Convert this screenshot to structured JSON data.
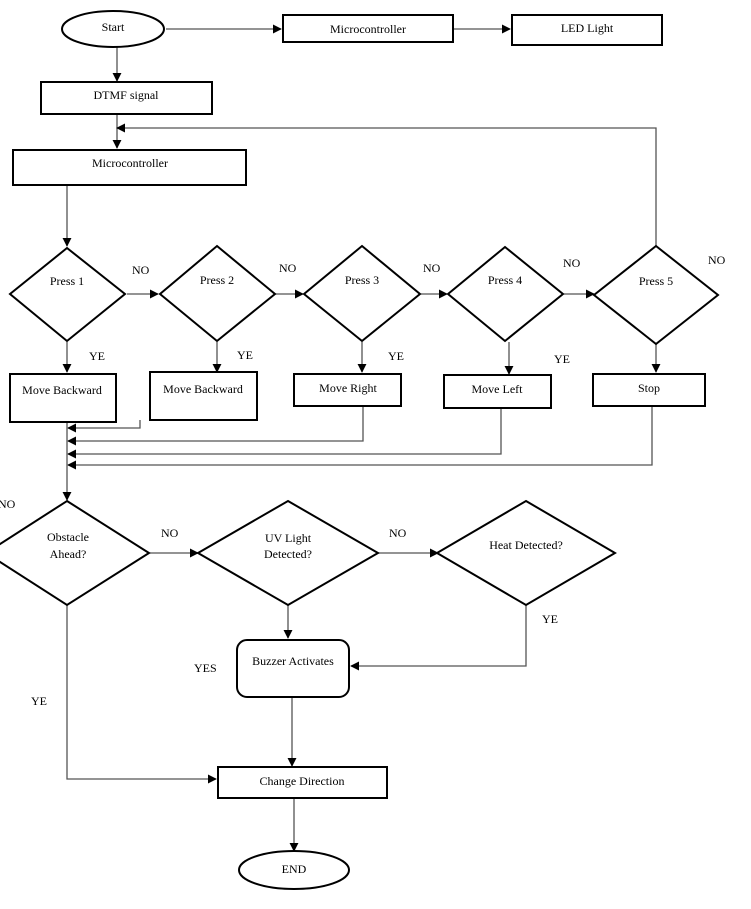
{
  "nodes": {
    "start": "Start",
    "micro_top": "Microcontroller",
    "led": "LED Light",
    "dtmf": "DTMF signal",
    "micro": "Microcontroller",
    "press1": "Press 1",
    "press2": "Press 2",
    "press3": "Press 3",
    "press4": "Press 4",
    "press5": "Press 5",
    "move_backward_1": "Move Backward",
    "move_backward_2": "Move Backward",
    "move_right": "Move Right",
    "move_left": "Move Left",
    "stop": "Stop",
    "obstacle_line1": "Obstacle",
    "obstacle_line2": "Ahead?",
    "uv_line1": "UV Light",
    "uv_line2": "Detected?",
    "heat": "Heat Detected?",
    "buzzer": "Buzzer Activates",
    "change_direction": "Change Direction",
    "end": "END"
  },
  "edge_labels": {
    "no_1": "NO",
    "no_2": "NO",
    "no_3": "NO",
    "no_4": "NO",
    "no_5": "NO",
    "ye_1": "YE",
    "ye_2": "YE",
    "ye_3": "YE",
    "ye_4": "YE",
    "no_left": "NO",
    "no_obstacle": "NO",
    "no_uv": "NO",
    "yes_uv": "YES",
    "ye_heat": "YE",
    "ye_obstacle": "YE"
  }
}
